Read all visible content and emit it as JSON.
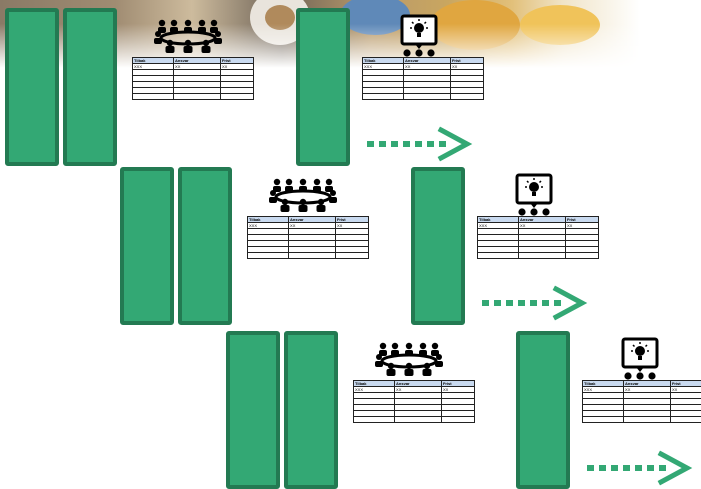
{
  "accent_color": "#33a874",
  "accent_border": "#237a52",
  "table_header_color": "#c9daf0",
  "icons": {
    "meeting": "group-meeting-icon",
    "presentation": "idea-presentation-icon",
    "flow": "dotted-arrow-icon"
  },
  "sheets": [
    {
      "headers": [
        "Tilbak",
        "Ansvar",
        "Frist"
      ],
      "rows": [
        [
          "XXX",
          "XX",
          "XX"
        ],
        [
          "",
          "",
          ""
        ],
        [
          "",
          "",
          ""
        ],
        [
          "",
          "",
          ""
        ],
        [
          "",
          "",
          ""
        ],
        [
          "",
          "",
          ""
        ]
      ]
    },
    {
      "headers": [
        "Tilbak",
        "Ansvar",
        "Frist"
      ],
      "rows": [
        [
          "XXX",
          "XX",
          "XX"
        ],
        [
          "",
          "",
          ""
        ],
        [
          "",
          "",
          ""
        ],
        [
          "",
          "",
          ""
        ],
        [
          "",
          "",
          ""
        ],
        [
          "",
          "",
          ""
        ]
      ]
    },
    {
      "headers": [
        "Tilbak",
        "Ansvar",
        "Frist"
      ],
      "rows": [
        [
          "XXX",
          "XX",
          "XX"
        ],
        [
          "",
          "",
          ""
        ],
        [
          "",
          "",
          ""
        ],
        [
          "",
          "",
          ""
        ],
        [
          "",
          "",
          ""
        ],
        [
          "",
          "",
          ""
        ]
      ]
    },
    {
      "headers": [
        "Tilbak",
        "Ansvar",
        "Frist"
      ],
      "rows": [
        [
          "XXX",
          "XX",
          "XX"
        ],
        [
          "",
          "",
          ""
        ],
        [
          "",
          "",
          ""
        ],
        [
          "",
          "",
          ""
        ],
        [
          "",
          "",
          ""
        ],
        [
          "",
          "",
          ""
        ]
      ]
    },
    {
      "headers": [
        "Tilbak",
        "Ansvar",
        "Frist"
      ],
      "rows": [
        [
          "XXX",
          "XX",
          "XX"
        ],
        [
          "",
          "",
          ""
        ],
        [
          "",
          "",
          ""
        ],
        [
          "",
          "",
          ""
        ],
        [
          "",
          "",
          ""
        ],
        [
          "",
          "",
          ""
        ]
      ]
    },
    {
      "headers": [
        "Tilbak",
        "Ansvar",
        "Frist"
      ],
      "rows": [
        [
          "XXX",
          "XX",
          "XX"
        ],
        [
          "",
          "",
          ""
        ],
        [
          "",
          "",
          ""
        ],
        [
          "",
          "",
          ""
        ],
        [
          "",
          "",
          ""
        ],
        [
          "",
          "",
          ""
        ]
      ]
    }
  ]
}
